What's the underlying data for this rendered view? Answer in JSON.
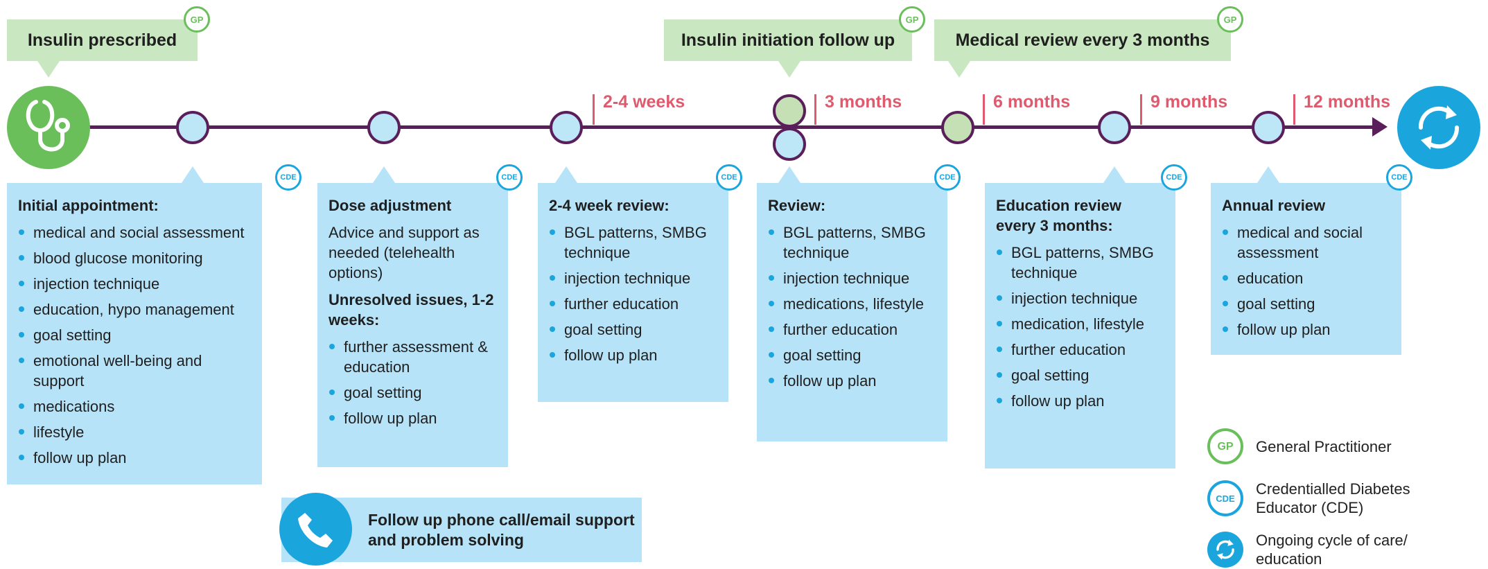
{
  "timeline": {
    "periods": [
      "2-4 weeks",
      "3 months",
      "6 months",
      "9 months",
      "12 months"
    ]
  },
  "gp_callouts": [
    {
      "label": "Insulin prescribed",
      "badge": "GP"
    },
    {
      "label": "Insulin initiation follow up",
      "badge": "GP"
    },
    {
      "label": "Medical review every 3 months",
      "badge": "GP"
    }
  ],
  "cde_boxes": [
    {
      "badge": "CDE",
      "title": "Initial appointment:",
      "items": [
        "medical and social assessment",
        "blood glucose monitoring",
        "injection technique",
        "education, hypo management",
        "goal setting",
        "emotional well-being and support",
        "medications",
        "lifestyle",
        "follow up plan"
      ]
    },
    {
      "badge": "CDE",
      "title": "Dose adjustment",
      "paragraph": "Advice and support as needed (telehealth options)",
      "subtitle": "Unresolved issues, 1-2 weeks:",
      "items": [
        "further assessment & education",
        "goal setting",
        "follow up plan"
      ]
    },
    {
      "badge": "CDE",
      "title": "2-4 week review:",
      "items": [
        "BGL patterns, SMBG technique",
        "injection technique",
        "further education",
        "goal setting",
        "follow up plan"
      ]
    },
    {
      "badge": "CDE",
      "title": "Review:",
      "items": [
        "BGL patterns, SMBG technique",
        "injection technique",
        "medications, lifestyle",
        "further education",
        "goal setting",
        "follow up plan"
      ]
    },
    {
      "badge": "CDE",
      "title": "Education review every 3 months:",
      "items": [
        "BGL patterns, SMBG technique",
        "injection technique",
        "medication, lifestyle",
        "further education",
        "goal setting",
        "follow up plan"
      ]
    },
    {
      "badge": "CDE",
      "title": "Annual review",
      "items": [
        "medical and social assessment",
        "education",
        "goal setting",
        "follow up plan"
      ]
    }
  ],
  "phone": {
    "text": "Follow up phone call/email support and problem solving"
  },
  "legend": [
    {
      "badge": "GP",
      "label": "General Practitioner"
    },
    {
      "badge": "CDE",
      "label": "Credentialled Diabetes Educator (CDE)"
    },
    {
      "label": "Ongoing cycle of care/ education"
    }
  ],
  "colors": {
    "timeline": "#5a1e5a",
    "period_text": "#e05a6e",
    "gp_green": "#6abf5b",
    "gp_box": "#c9e7c0",
    "cde_blue": "#1aa5dd",
    "cde_box": "#b7e3f8"
  },
  "icons": {
    "start": "stethoscope-icon",
    "end": "cycle-icon",
    "phone": "phone-icon"
  }
}
